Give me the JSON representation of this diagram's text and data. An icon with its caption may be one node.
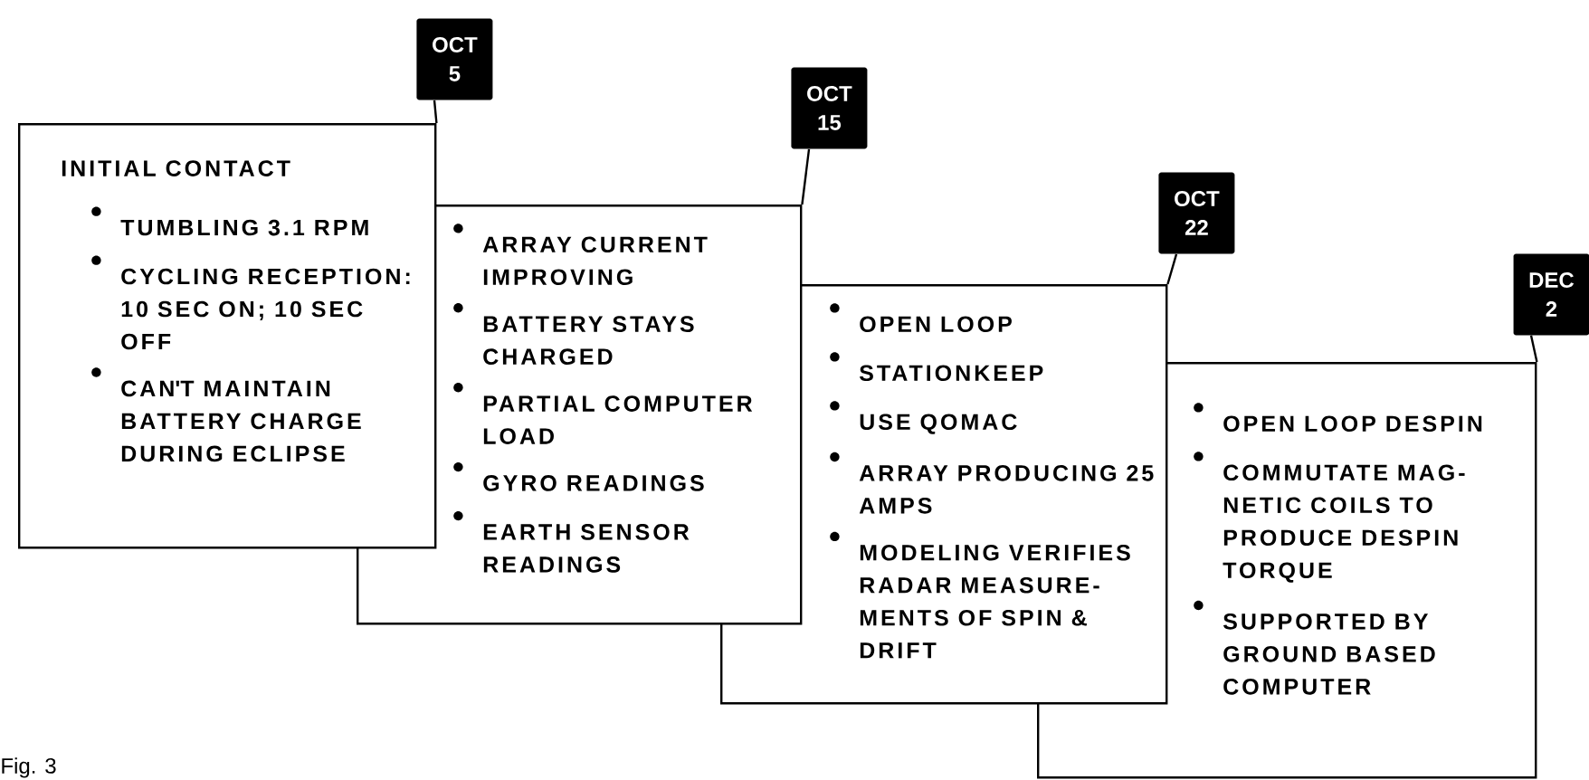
{
  "diagram": {
    "nodes": [
      {
        "text": [
          "INITIAL CONTACT",
          "TUMBLING 3.1 RPM",
          "CYCLING RECEPTION: 10 SEC ON; 10 SEC OFF",
          "CAN'T MAINTAIN BATTERY CHARGE DURING ECLIPSE"
        ]
      },
      {
        "text": [
          "ARRAY CURRENT IMPROVING",
          "BATTERY STAYS CHARGED",
          "PARTIAL COMPUTER LOAD",
          "GYRO READINGS",
          "EARTH SENSOR READINGS"
        ]
      },
      {
        "text": [
          "OPEN LOOP",
          "STATIONKEEP",
          "USE QOMAC",
          "ARRAY PRODUCING 25 AMPS",
          "MODELING VERIFIES RADAR MEASURE- MENTS OF SPIN & DRIFT"
        ]
      },
      {
        "text": [
          "OPEN LOOP DESPIN",
          "COMMUTATE MAG- NETIC COILS TO PRODUCE DESPIN TORQUE",
          "SUPPORTED BY GROUND BASED COMPUTER"
        ]
      },
      {
        "text": [
          "OCT 5"
        ]
      },
      {
        "text": [
          "OCT 15"
        ]
      },
      {
        "text": [
          "OCT 22"
        ]
      },
      {
        "text": [
          "DEC 2"
        ]
      }
    ],
    "edges": [
      {
        "from": 4,
        "to": 0,
        "arrow": "none"
      },
      {
        "from": 5,
        "to": 1,
        "arrow": "none"
      },
      {
        "from": 6,
        "to": 2,
        "arrow": "none"
      },
      {
        "from": 7,
        "to": 3,
        "arrow": "none"
      }
    ],
    "labels": [
      "Fig. 3"
    ]
  }
}
